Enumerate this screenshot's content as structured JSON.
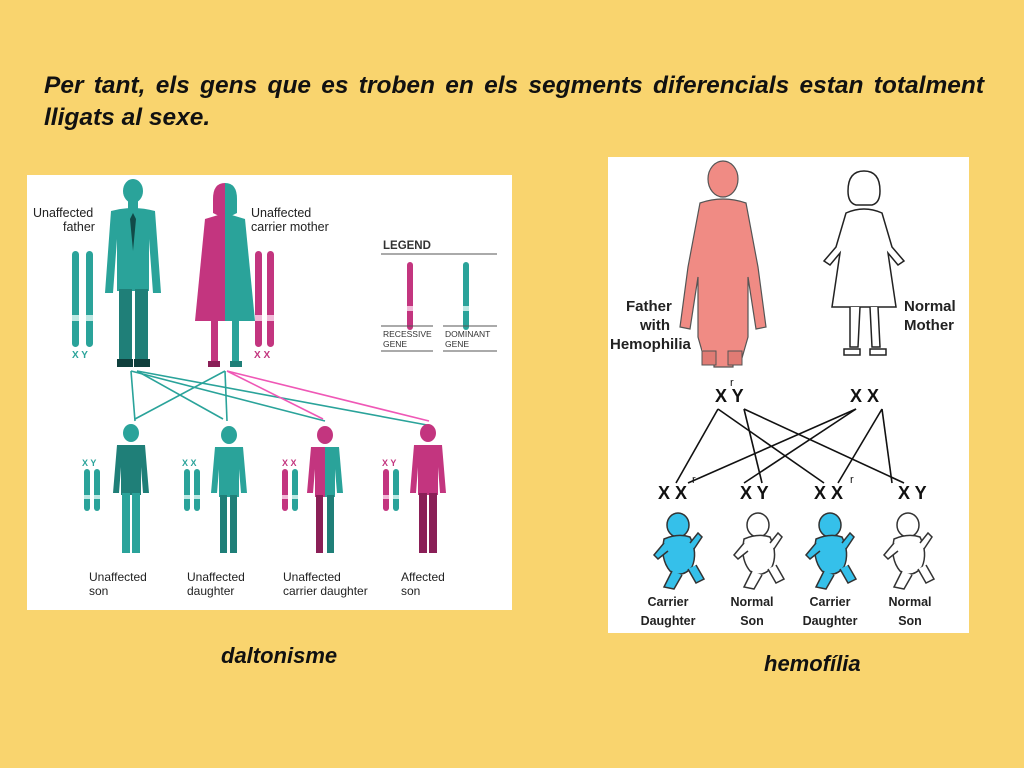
{
  "slide": {
    "heading": "Per tant, els gens que es troben en els segments diferencials estan totalment lligats al sexe.",
    "caption_left": "daltonisme",
    "caption_right": "hemofília"
  },
  "colors": {
    "background": "#f9d46e",
    "teal": "#2aa39a",
    "magenta": "#c3357f",
    "pink_line": "#ef58b6",
    "hemophilia_father": "#f08b84",
    "carrier_blue": "#35c0ea"
  },
  "daltonisme": {
    "father_label": [
      "Unaffected",
      "father"
    ],
    "mother_label": [
      "Unaffected",
      "carrier mother"
    ],
    "legend_title": "LEGEND",
    "legend_recessive": [
      "RECESSIVE",
      "GENE"
    ],
    "legend_dominant": [
      "DOMINANT",
      "GENE"
    ],
    "father_chromosomes": "X Y",
    "mother_chromosomes": "X X",
    "children": [
      {
        "chromosomes": "X Y",
        "label": [
          "Unaffected",
          "son"
        ]
      },
      {
        "chromosomes": "X X",
        "label": [
          "Unaffected",
          "daughter"
        ]
      },
      {
        "chromosomes": "X X",
        "label": [
          "Unaffected",
          "carrier daughter"
        ]
      },
      {
        "chromosomes": "X Y",
        "label": [
          "Affected",
          "son"
        ]
      }
    ]
  },
  "hemofilia": {
    "father_label": [
      "Father",
      "with",
      "Hemophilia"
    ],
    "mother_label": [
      "Normal",
      "Mother"
    ],
    "father_genotype": "X Y",
    "mother_genotype": "X X",
    "superscript": "r",
    "children": [
      {
        "genotype": "X X",
        "label": [
          "Carrier",
          "Daughter"
        ]
      },
      {
        "genotype": "X Y",
        "label": [
          "Normal",
          "Son"
        ]
      },
      {
        "genotype": "X X",
        "label": [
          "Carrier",
          "Daughter"
        ]
      },
      {
        "genotype": "X Y",
        "label": [
          "Normal",
          "Son"
        ]
      }
    ]
  }
}
